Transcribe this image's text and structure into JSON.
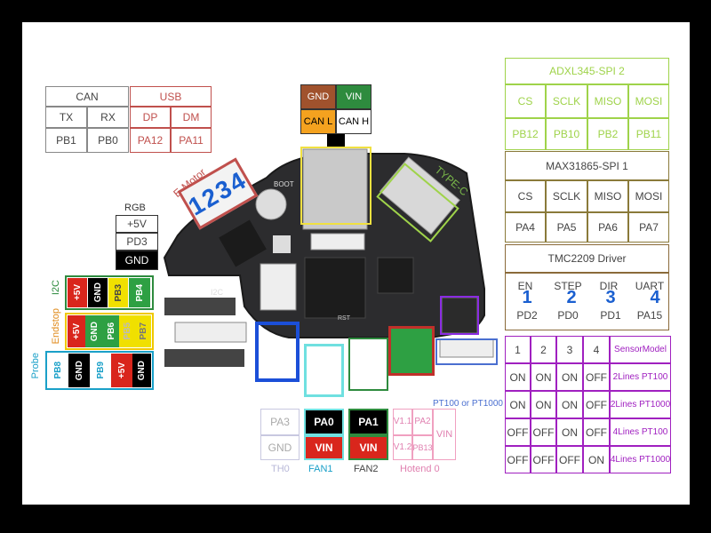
{
  "can": {
    "title": "CAN",
    "tx": "TX",
    "rx": "RX",
    "tx_pin": "PB1",
    "rx_pin": "PB0"
  },
  "usb": {
    "title": "USB",
    "dp": "DP",
    "dm": "DM",
    "dp_pin": "PA12",
    "dm_pin": "PA11"
  },
  "can_connector": {
    "gnd": "GND",
    "vin": "VIN",
    "canl": "CAN L",
    "canh": "CAN H"
  },
  "adxl": {
    "title": "ADXL345-SPI 2",
    "headers": [
      "CS",
      "SCLK",
      "MISO",
      "MOSI"
    ],
    "pins": [
      "PB12",
      "PB10",
      "PB2",
      "PB11"
    ]
  },
  "max": {
    "title": "MAX31865-SPI 1",
    "headers": [
      "CS",
      "SCLK",
      "MISO",
      "MOSI"
    ],
    "pins": [
      "PA4",
      "PA5",
      "PA6",
      "PA7"
    ]
  },
  "tmc": {
    "title": "TMC2209 Driver",
    "headers": [
      "EN",
      "STEP",
      "DIR",
      "UART"
    ],
    "nums": [
      "1",
      "2",
      "3",
      "4"
    ],
    "pins": [
      "PD2",
      "PD0",
      "PD1",
      "PA15"
    ]
  },
  "sensor": {
    "headers": [
      "1",
      "2",
      "3",
      "4",
      "SensorModel"
    ],
    "rows": [
      [
        "ON",
        "ON",
        "ON",
        "OFF",
        "2Lines PT100"
      ],
      [
        "ON",
        "ON",
        "ON",
        "OFF",
        "2Lines PT1000"
      ],
      [
        "OFF",
        "OFF",
        "ON",
        "OFF",
        "4Lines PT100"
      ],
      [
        "OFF",
        "OFF",
        "OFF",
        "ON",
        "4Lines PT1000"
      ]
    ]
  },
  "rgb": {
    "title": "RGB",
    "rows": [
      "+5V",
      "PD3",
      "GND"
    ]
  },
  "i2c": {
    "label": "I2C",
    "pins": [
      "+5V",
      "GND",
      "PB3",
      "PB4"
    ]
  },
  "endstop": {
    "label": "Endstop",
    "pins": [
      "+5V",
      "GND",
      "PB6",
      "PB5",
      "PB7"
    ]
  },
  "probe": {
    "label": "Probe",
    "pins": [
      "PB8",
      "GND",
      "PB9",
      "+5V",
      "GND"
    ]
  },
  "emotor": {
    "label": "E-Motor",
    "digits": "1234"
  },
  "typec": {
    "label": "TYPE-C"
  },
  "board": {
    "boot": "BOOT",
    "rst": "RST",
    "i2c_silk": "I2C"
  },
  "th0": {
    "pins": [
      "PA3",
      "GND"
    ],
    "label": "TH0"
  },
  "fan1": {
    "pins": [
      "PA0",
      "VIN"
    ],
    "label": "FAN1"
  },
  "fan2": {
    "pins": [
      "PA1",
      "VIN"
    ],
    "label": "FAN2"
  },
  "hotend": {
    "pins": [
      "V1.1",
      "PA2",
      "V1.2",
      "PB13",
      "VIN"
    ],
    "label": "Hotend 0"
  },
  "pt100": {
    "label": "PT100 or PT1000"
  }
}
